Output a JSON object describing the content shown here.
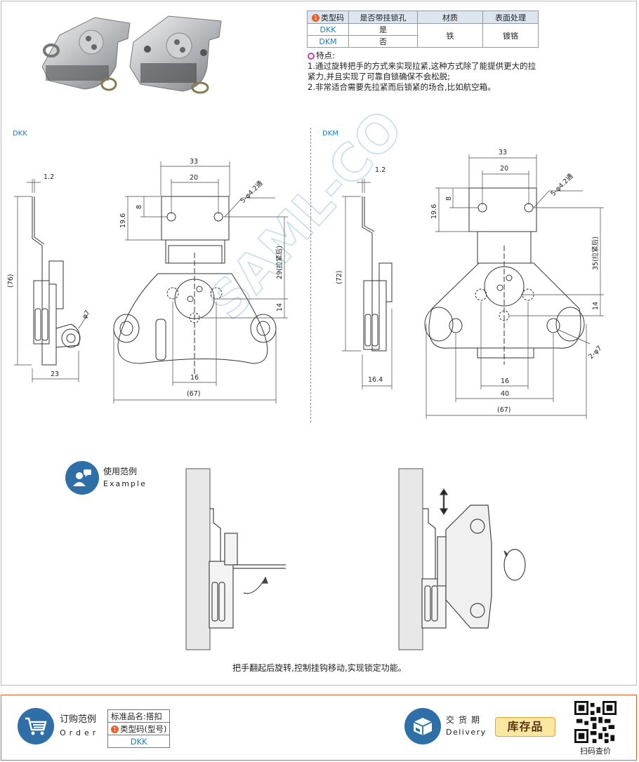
{
  "table": {
    "headers": [
      "类型码",
      "是否带挂锁孔",
      "材质",
      "表面处理"
    ],
    "header_num": "1",
    "rows": [
      {
        "code": "DKK",
        "lock_hole": "是"
      },
      {
        "code": "DKM",
        "lock_hole": "否"
      }
    ],
    "material": "铁",
    "surface": "镀铬"
  },
  "features": {
    "title": "特点:",
    "items": [
      "1.通过旋转把手的方式来实现拉紧,这种方式除了能提供更大的拉紧力,并且实现了可靠自锁确保不会松脱;",
      "2.非常适合需要先拉紧而后锁紧的场合,比如航空箱。"
    ]
  },
  "drawing_dkk": {
    "label": "DKK",
    "dims": {
      "t": "1.2",
      "h": "(76)",
      "hole": "φ7",
      "depth": "23",
      "w1": "33",
      "w2": "20",
      "holes": "5-φ4.2通",
      "h1": "19.6",
      "h2": "8",
      "pull": "29(拉紧后)",
      "h3": "14",
      "w3": "16",
      "w4": "(67)"
    }
  },
  "drawing_dkm": {
    "label": "DKM",
    "dims": {
      "t": "1.2",
      "h": "(72)",
      "depth": "16.4",
      "w1": "33",
      "w2": "20",
      "holes": "5-φ4.2通",
      "h1": "19.6",
      "h2": "8",
      "pull": "35(拉紧后)",
      "h3": "14",
      "holes2": "2-φ7",
      "w3": "16",
      "w5": "40",
      "w4": "(67)"
    }
  },
  "watermark": "SAML-CO",
  "example": {
    "cn": "使用范例",
    "en": "Example"
  },
  "caption": "把手翻起后旋转,控制挂钩移动,实现锁定功能。",
  "order": {
    "cn": "订购范例",
    "en": "Order",
    "name_label": "标准品名:搭扣",
    "type_num": "1",
    "type_label": "类型码(型号)",
    "type_value": "DKK"
  },
  "delivery": {
    "cn": "交货期",
    "en": "Delivery",
    "button": "库存品"
  },
  "qr_label": "扫码查价",
  "colors": {
    "accent_blue": "#1a7fc1",
    "icon_blue": "#2f6fa8",
    "orange": "#e8612c",
    "header_bg": "#dce6f0",
    "stock_bg": "#fbe7a1"
  }
}
